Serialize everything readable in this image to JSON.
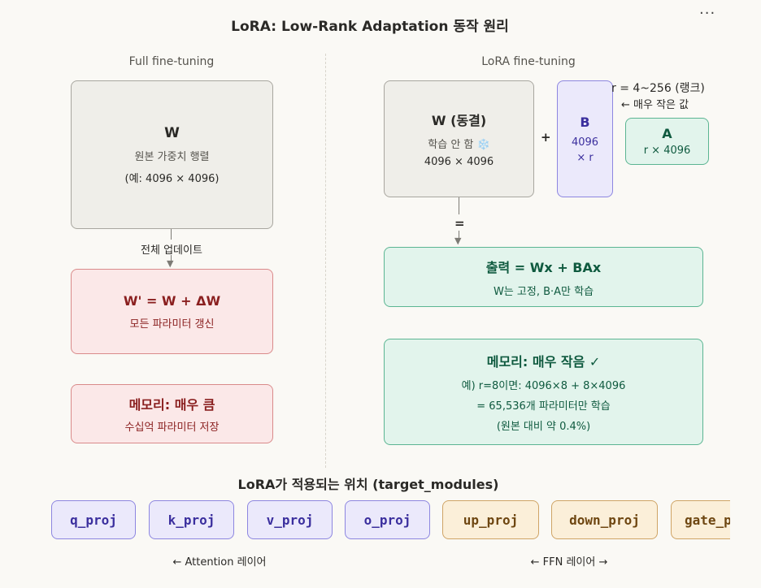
{
  "title": "LoRA: Low-Rank Adaptation 동작 원리",
  "menu_icon": "more-horizontal-icon",
  "full": {
    "heading": "Full fine-tuning",
    "weight_box": {
      "name": "W",
      "desc": "원본 가중치 행렬",
      "example": "(예: 4096 × 4096)"
    },
    "update_label": "전체 업데이트",
    "updated_box": {
      "name": "W' = W + ΔW",
      "desc": "모든 파라미터 갱신"
    },
    "memory_box": {
      "name": "메모리: 매우 큼",
      "desc": "수십억 파라미터 저장"
    }
  },
  "lora": {
    "heading": "LoRA fine-tuning",
    "frozen_box": {
      "name": "W (동결)",
      "desc": "학습 안 함",
      "icon": "❄️",
      "dims": "4096 × 4096"
    },
    "plus": "+",
    "b_box": {
      "name": "B",
      "dims1": "4096",
      "dims2": "× r"
    },
    "a_box": {
      "name": "A",
      "dims": "r × 4096"
    },
    "rank_note": "r = 4~256 (랭크)",
    "rank_hint": "← 매우 작은 값",
    "equals": "=",
    "output_box": {
      "name": "출력 = Wx + BAx",
      "desc": "W는 고정, B·A만 학습"
    },
    "memory_box": {
      "name": "메모리: 매우 작음 ✓",
      "line1": "예) r=8이면: 4096×8 + 8×4096",
      "line2": "= 65,536개 파라미터만 학습",
      "line3": "(원본 대비 약 0.4%)"
    }
  },
  "targets": {
    "heading": "LoRA가 적용되는 위치 (target_modules)",
    "modules": [
      "q_proj",
      "k_proj",
      "v_proj",
      "o_proj",
      "up_proj",
      "down_proj",
      "gate_proj"
    ],
    "attention_label": "← Attention 레이어",
    "ffn_label": "← FFN 레이어 →"
  },
  "colors": {
    "attention": "#ebe9fb",
    "ffn": "#fbefd9",
    "full_update": "#fbe8e8",
    "lora_output": "#e2f4ec"
  }
}
